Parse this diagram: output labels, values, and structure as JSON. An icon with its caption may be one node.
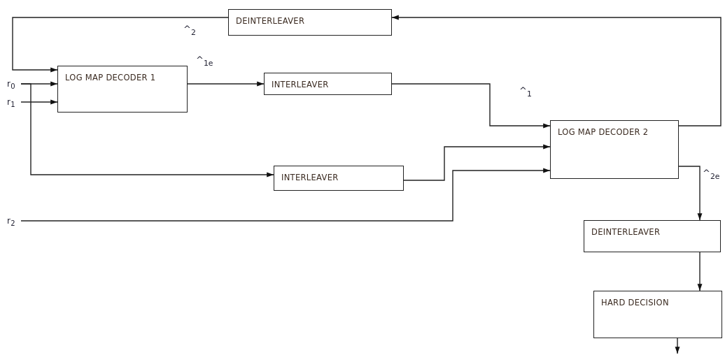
{
  "diagram": {
    "nodes": [
      {
        "text": [
          "DEINTERLEAVER"
        ]
      },
      {
        "text": [
          "LOG MAP DECODER 1"
        ]
      },
      {
        "text": [
          "r$_{0}$"
        ]
      },
      {
        "text": [
          "r$_{1}$"
        ]
      },
      {
        "text": [
          "INTERLEAVER"
        ]
      },
      {
        "text": [
          "LOG MAP DECODER 2"
        ]
      },
      {
        "text": [
          "INTERLEAVER"
        ]
      },
      {
        "text": [
          "r$_{2}$"
        ]
      },
      {
        "text": [
          "DEINTERLEAVER"
        ]
      },
      {
        "text": [
          "HARD DECISION"
        ]
      }
    ],
    "edges": [
      {
        "from": 5,
        "to": 0,
        "arrow": "to"
      },
      {
        "from": 0,
        "to": 1,
        "arrow": "to",
        "label": "^$_{2}$"
      },
      {
        "from": 2,
        "to": 1,
        "arrow": "to"
      },
      {
        "from": 3,
        "to": 1,
        "arrow": "to"
      },
      {
        "from": 2,
        "to": 6,
        "arrow": "to"
      },
      {
        "from": 1,
        "to": 4,
        "arrow": "to",
        "label": "^$_{1e}$"
      },
      {
        "from": 4,
        "to": 5,
        "arrow": "to",
        "label": "^$_{1}$"
      },
      {
        "from": 6,
        "to": 5,
        "arrow": "to"
      },
      {
        "from": 7,
        "to": 5,
        "arrow": "to"
      },
      {
        "from": 5,
        "to": 8,
        "arrow": "to",
        "label": "^$_{2e}$"
      },
      {
        "from": 8,
        "to": 9,
        "arrow": "to"
      },
      {
        "from": 9,
        "to": null,
        "arrow": "to"
      }
    ]
  }
}
